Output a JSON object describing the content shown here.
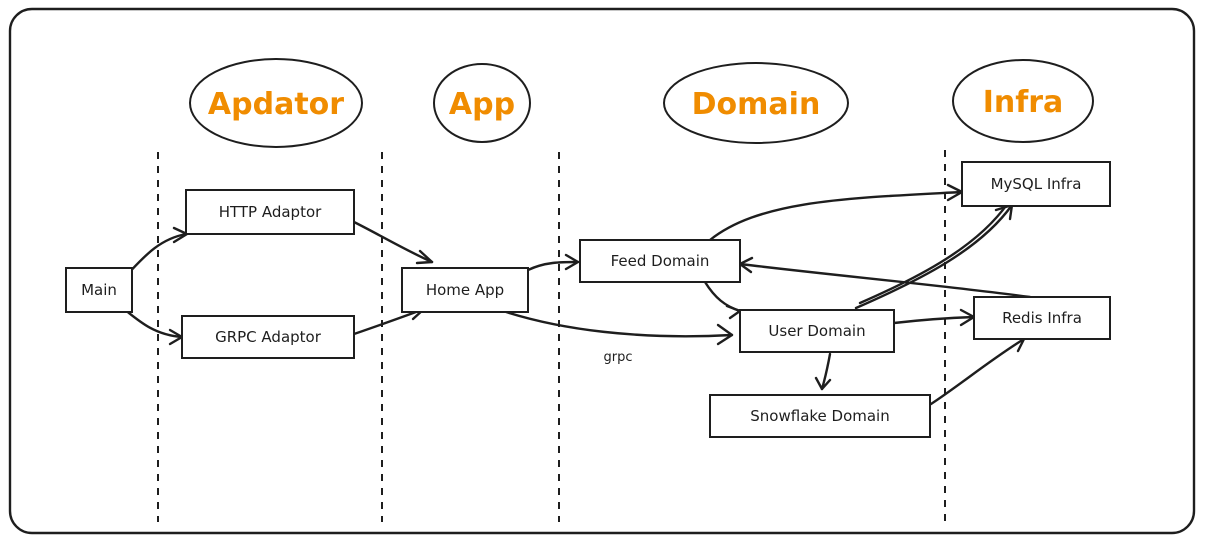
{
  "colors": {
    "stroke": "#1e1e1e",
    "layer_label": "#f08c00",
    "background": "#ffffff"
  },
  "layers": [
    {
      "id": "adaptor",
      "label": "Apdator"
    },
    {
      "id": "app",
      "label": "App"
    },
    {
      "id": "domain",
      "label": "Domain"
    },
    {
      "id": "infra",
      "label": "Infra"
    }
  ],
  "nodes": [
    {
      "id": "main",
      "label": "Main"
    },
    {
      "id": "http",
      "label": "HTTP Adaptor"
    },
    {
      "id": "grpc",
      "label": "GRPC Adaptor"
    },
    {
      "id": "home",
      "label": "Home App"
    },
    {
      "id": "feed",
      "label": "Feed Domain"
    },
    {
      "id": "user",
      "label": "User Domain"
    },
    {
      "id": "snowflake",
      "label": "Snowflake Domain"
    },
    {
      "id": "mysql",
      "label": "MySQL Infra"
    },
    {
      "id": "redis",
      "label": "Redis Infra"
    }
  ],
  "edges": [
    {
      "from": "main",
      "to": "http",
      "label": ""
    },
    {
      "from": "main",
      "to": "grpc",
      "label": ""
    },
    {
      "from": "http",
      "to": "home",
      "label": ""
    },
    {
      "from": "grpc",
      "to": "home",
      "label": ""
    },
    {
      "from": "home",
      "to": "feed",
      "label": ""
    },
    {
      "from": "home",
      "to": "user",
      "label": "grpc"
    },
    {
      "from": "feed",
      "to": "user",
      "label": ""
    },
    {
      "from": "feed",
      "to": "mysql",
      "label": ""
    },
    {
      "from": "redis",
      "to": "feed",
      "label": ""
    },
    {
      "from": "user",
      "to": "mysql",
      "label": ""
    },
    {
      "from": "user",
      "to": "redis",
      "label": ""
    },
    {
      "from": "user",
      "to": "snowflake",
      "label": ""
    },
    {
      "from": "snowflake",
      "to": "redis",
      "label": ""
    }
  ]
}
